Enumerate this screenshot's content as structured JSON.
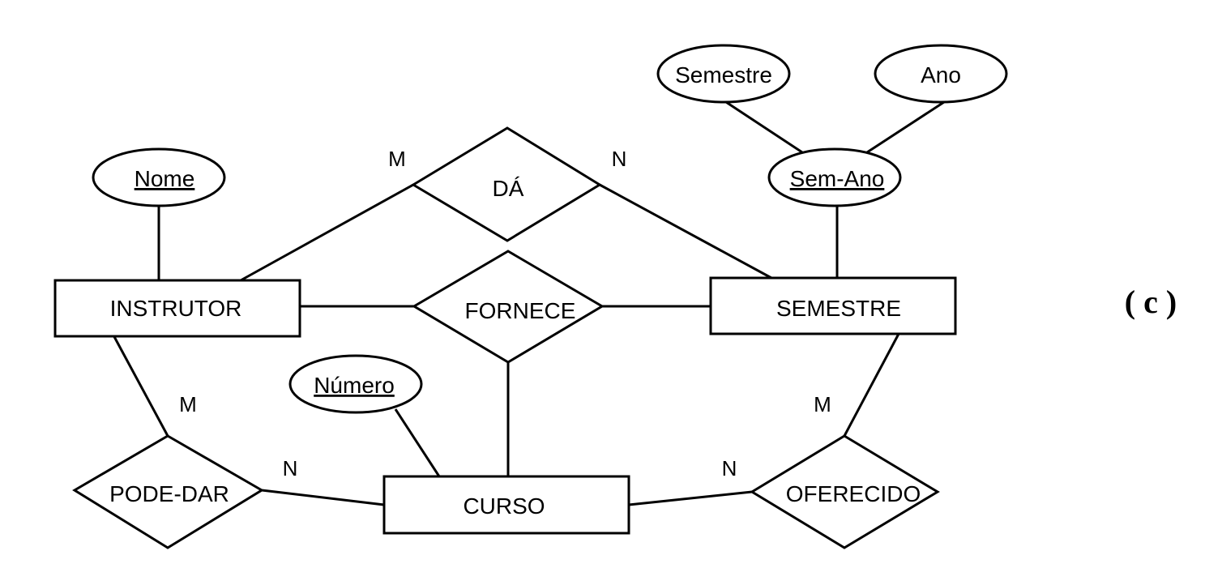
{
  "entities": {
    "instrutor": "INSTRUTOR",
    "semestre": "SEMESTRE",
    "curso": "CURSO"
  },
  "relationships": {
    "da": "DÁ",
    "fornece": "FORNECE",
    "pode_dar": "PODE-DAR",
    "oferecido": "OFERECIDO"
  },
  "attributes": {
    "nome": "Nome",
    "semestre": "Semestre",
    "ano": "Ano",
    "sem_ano": "Sem-Ano",
    "numero": "Número"
  },
  "cardinalities": {
    "da_instrutor": "M",
    "da_semestre": "N",
    "pode_dar_instrutor": "M",
    "pode_dar_curso": "N",
    "oferecido_semestre": "M",
    "oferecido_curso": "N"
  },
  "caption": "( c )"
}
